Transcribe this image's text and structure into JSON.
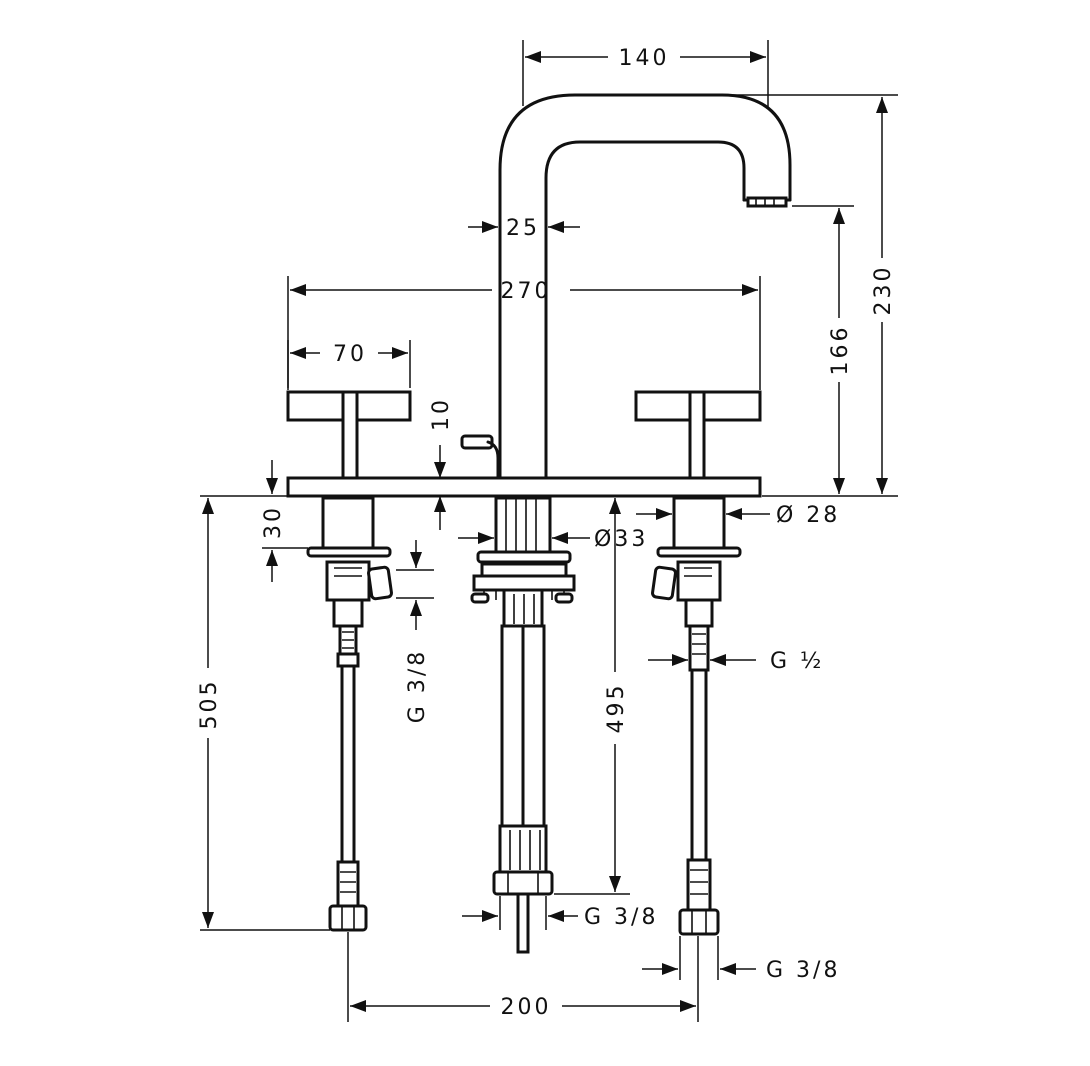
{
  "dimensions": {
    "spout_reach": "140",
    "spout_diameter": "25",
    "total_height": "230",
    "spout_height": "166",
    "overall_width": "270",
    "handle_width": "70",
    "deck_thickness": "10",
    "valve_body_height": "30",
    "valve_diameter": "Ø 28",
    "center_diameter": "Ø33",
    "connection_left": "G 3/8",
    "connection_right_upper": "G ½",
    "hose_length_total": "505",
    "hose_length_center": "495",
    "connection_center_bottom": "G 3/8",
    "connection_right_bottom": "G 3/8",
    "valve_spacing": "200"
  }
}
